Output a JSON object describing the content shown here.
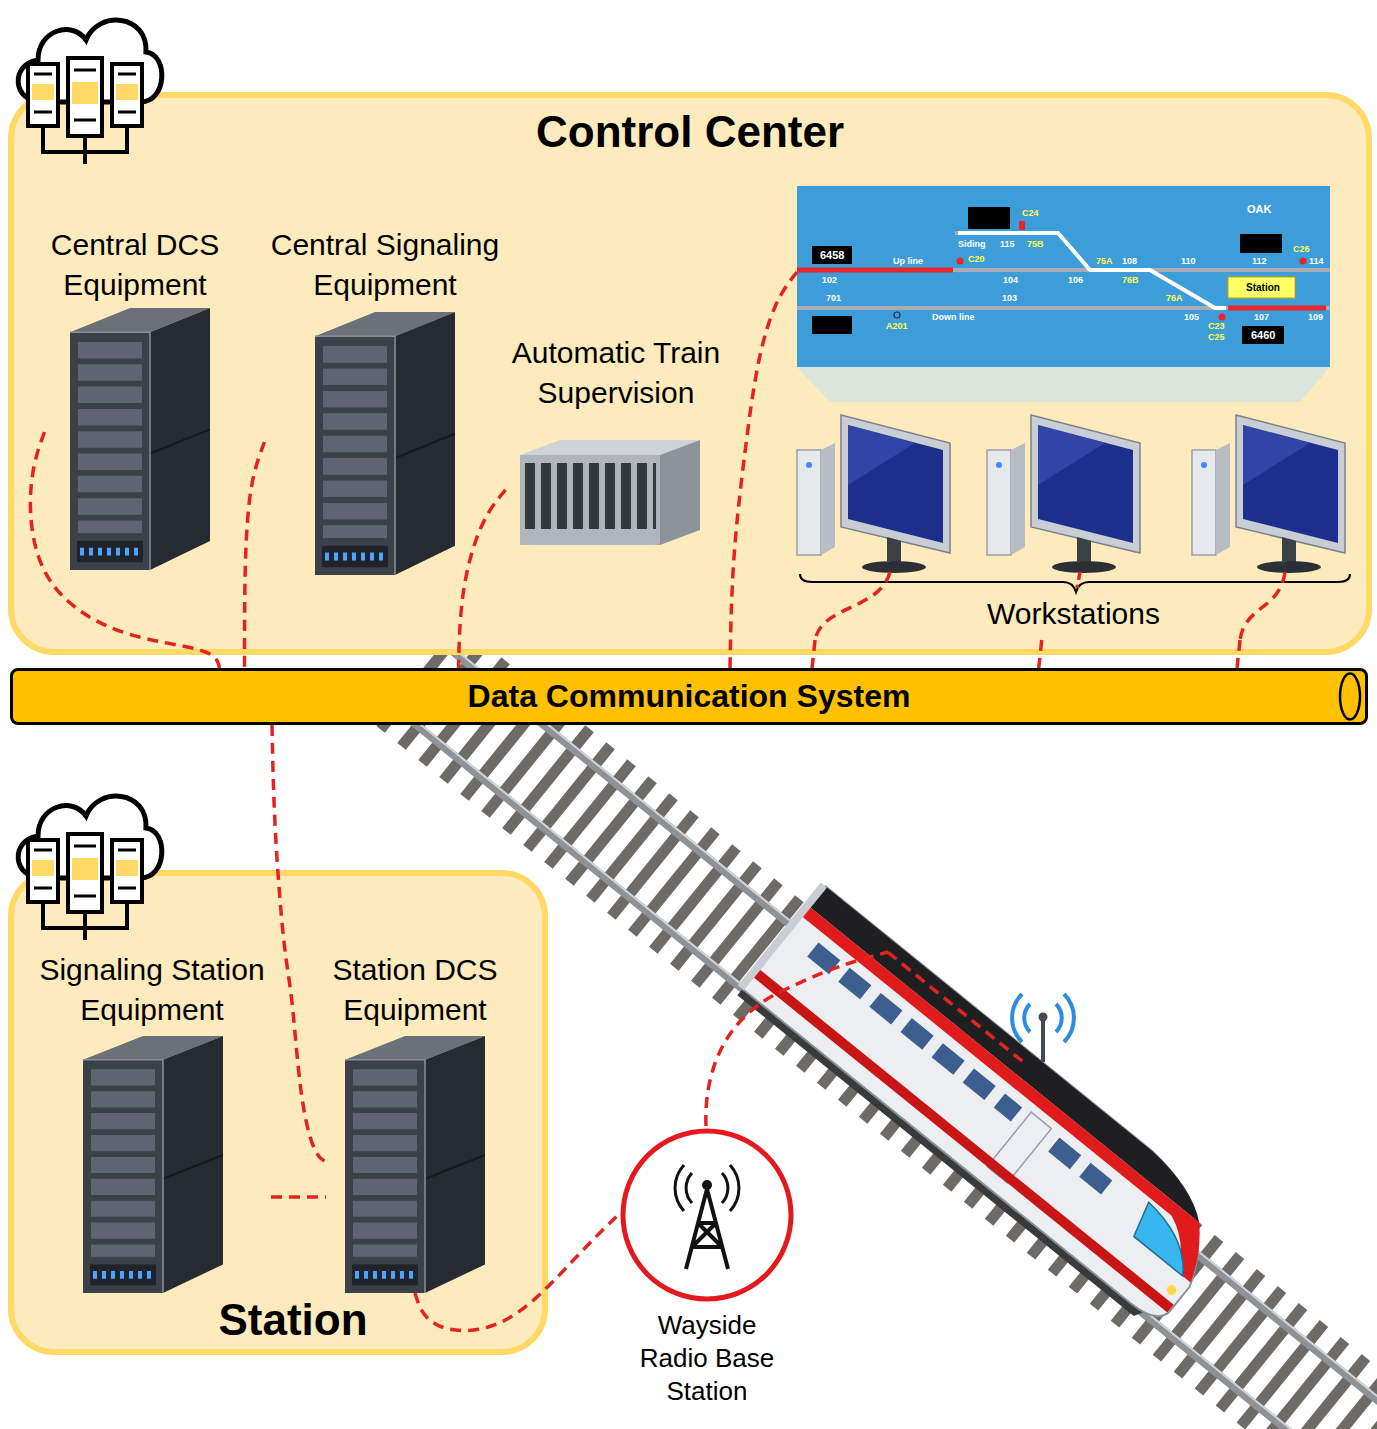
{
  "diagram": {
    "nodes": [
      {
        "text": [
          "Control Center"
        ]
      },
      {
        "text": [
          "Central DCS Equipment"
        ],
        "in": 0
      },
      {
        "text": [
          "Central Signaling Equipment"
        ],
        "in": 0
      },
      {
        "text": [
          "Automatic Train Supervision"
        ],
        "in": 0
      },
      {
        "text": [
          "C24",
          "OAK",
          "Siding",
          "115",
          "75B",
          "C26",
          "6458",
          "Up line",
          "C20",
          "75A",
          "108",
          "110",
          "112",
          "114",
          "102",
          "104",
          "106",
          "76B",
          "Station",
          "701",
          "103",
          "76A",
          "A201",
          "Down line",
          "105",
          "107",
          "109",
          "C23",
          "6460",
          "C25"
        ],
        "in": 0
      },
      {
        "text": [
          "Workstations"
        ],
        "in": 0
      },
      {
        "text": [
          "Data Communication System"
        ]
      },
      {
        "text": [
          "Station"
        ]
      },
      {
        "text": [
          "Signaling Station Equipment"
        ],
        "in": 7
      },
      {
        "text": [
          "Station DCS Equipment"
        ],
        "in": 7
      },
      {
        "text": [
          "Wayside Radio Base Station"
        ]
      }
    ],
    "edges": [
      {
        "from": 1,
        "to": 6,
        "arrow": "none"
      },
      {
        "from": 2,
        "to": 6,
        "arrow": "none"
      },
      {
        "from": 3,
        "to": 6,
        "arrow": "none"
      },
      {
        "from": 4,
        "to": 6,
        "arrow": "none"
      },
      {
        "from": 5,
        "to": 6,
        "arrow": "none"
      },
      {
        "from": 5,
        "to": 6,
        "arrow": "none"
      },
      {
        "from": 5,
        "to": 6,
        "arrow": "none"
      },
      {
        "from": 6,
        "to": 9,
        "arrow": "none"
      },
      {
        "from": 8,
        "to": 9,
        "arrow": "none"
      },
      {
        "from": 9,
        "to": 10,
        "arrow": "none"
      }
    ]
  }
}
